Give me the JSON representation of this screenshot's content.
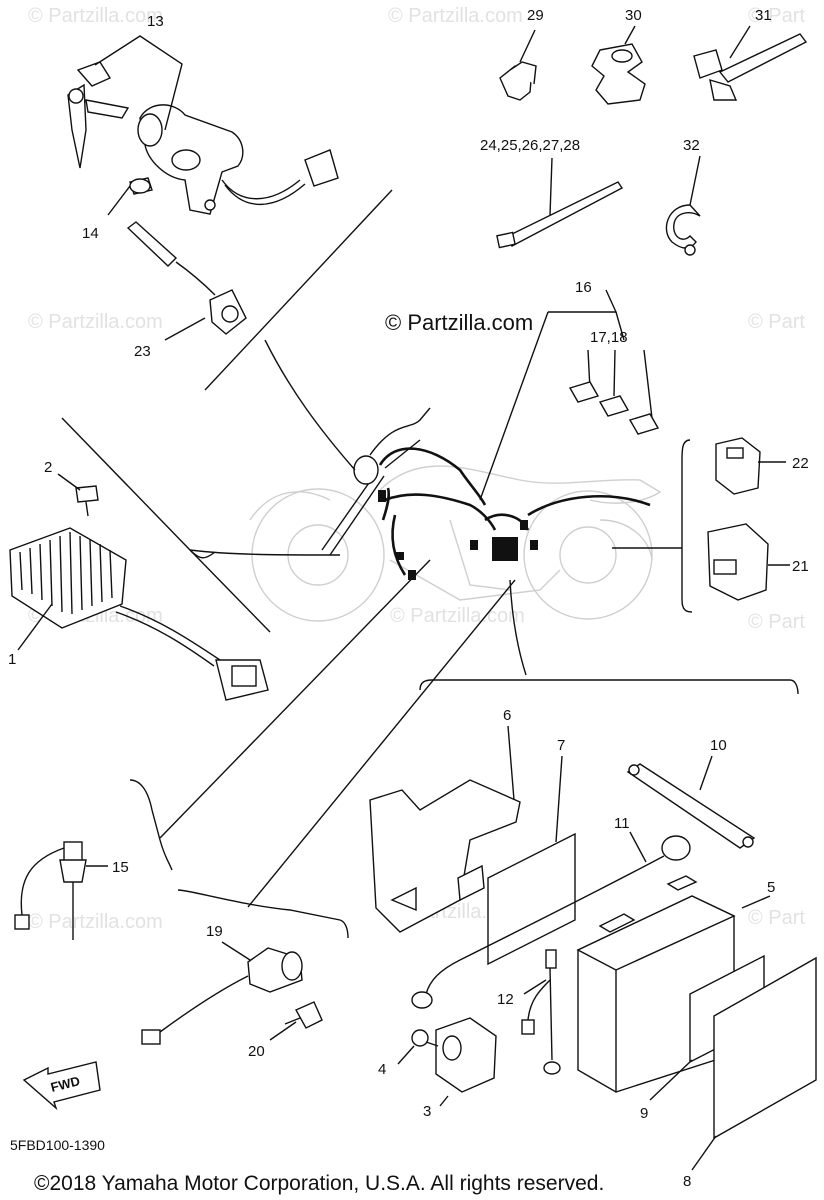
{
  "watermark": {
    "main": "© Partzilla.com",
    "faint": "© Partzilla.com",
    "faint_short": "© Part"
  },
  "diagram_code": "5FBD100-1390",
  "copyright": "©2018  Yamaha Motor Corporation, U.S.A. All rights reserved.",
  "fwd_label": "FWD",
  "callouts": {
    "c1": "1",
    "c2": "2",
    "c3": "3",
    "c4": "4",
    "c5": "5",
    "c6": "6",
    "c7": "7",
    "c8": "8",
    "c9": "9",
    "c10": "10",
    "c11": "11",
    "c12": "12",
    "c13": "13",
    "c14": "14",
    "c15": "15",
    "c16": "16",
    "c17_18": "17,18",
    "c19": "19",
    "c20": "20",
    "c21": "21",
    "c22": "22",
    "c23": "23",
    "c24_28": "24,25,26,27,28",
    "c29": "29",
    "c30": "30",
    "c31": "31",
    "c32": "32"
  }
}
